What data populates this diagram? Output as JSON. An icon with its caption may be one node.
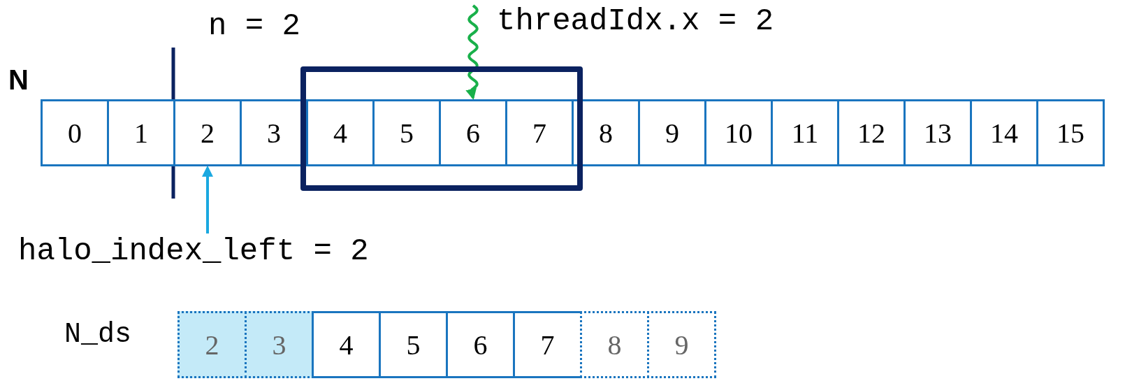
{
  "diagram": {
    "nodes": [
      {
        "text": [
          "threadIdx.x = 2"
        ]
      },
      {
        "text": [],
        "shape": "box"
      },
      {
        "text": [
          "0"
        ]
      },
      {
        "text": [
          "1"
        ]
      },
      {
        "text": [
          "2"
        ]
      },
      {
        "text": [
          "3"
        ]
      },
      {
        "text": [
          "4"
        ],
        "in": 1
      },
      {
        "text": [
          "5"
        ],
        "in": 1
      },
      {
        "text": [
          "6"
        ],
        "in": 1
      },
      {
        "text": [
          "7"
        ],
        "in": 1
      },
      {
        "text": [
          "8"
        ]
      },
      {
        "text": [
          "9"
        ]
      },
      {
        "text": [
          "10"
        ]
      },
      {
        "text": [
          "11"
        ]
      },
      {
        "text": [
          "12"
        ]
      },
      {
        "text": [
          "13"
        ]
      },
      {
        "text": [
          "14"
        ]
      },
      {
        "text": [
          "15"
        ]
      },
      {
        "text": [
          "halo_index_left = 2"
        ]
      },
      {
        "text": [
          "2"
        ]
      },
      {
        "text": [
          "3"
        ]
      },
      {
        "text": [
          "4"
        ]
      },
      {
        "text": [
          "5"
        ]
      },
      {
        "text": [
          "6"
        ]
      },
      {
        "text": [
          "7"
        ]
      },
      {
        "text": [
          "8"
        ]
      },
      {
        "text": [
          "9"
        ]
      }
    ],
    "edges": [
      {
        "from": 0,
        "to": 8,
        "arrow": "to",
        "color": "#19b04a"
      },
      {
        "from": 18,
        "to": 4,
        "arrow": "to",
        "color": "#1aa8e0"
      }
    ],
    "labels": [
      "n = 2",
      "N",
      "N_ds"
    ]
  }
}
